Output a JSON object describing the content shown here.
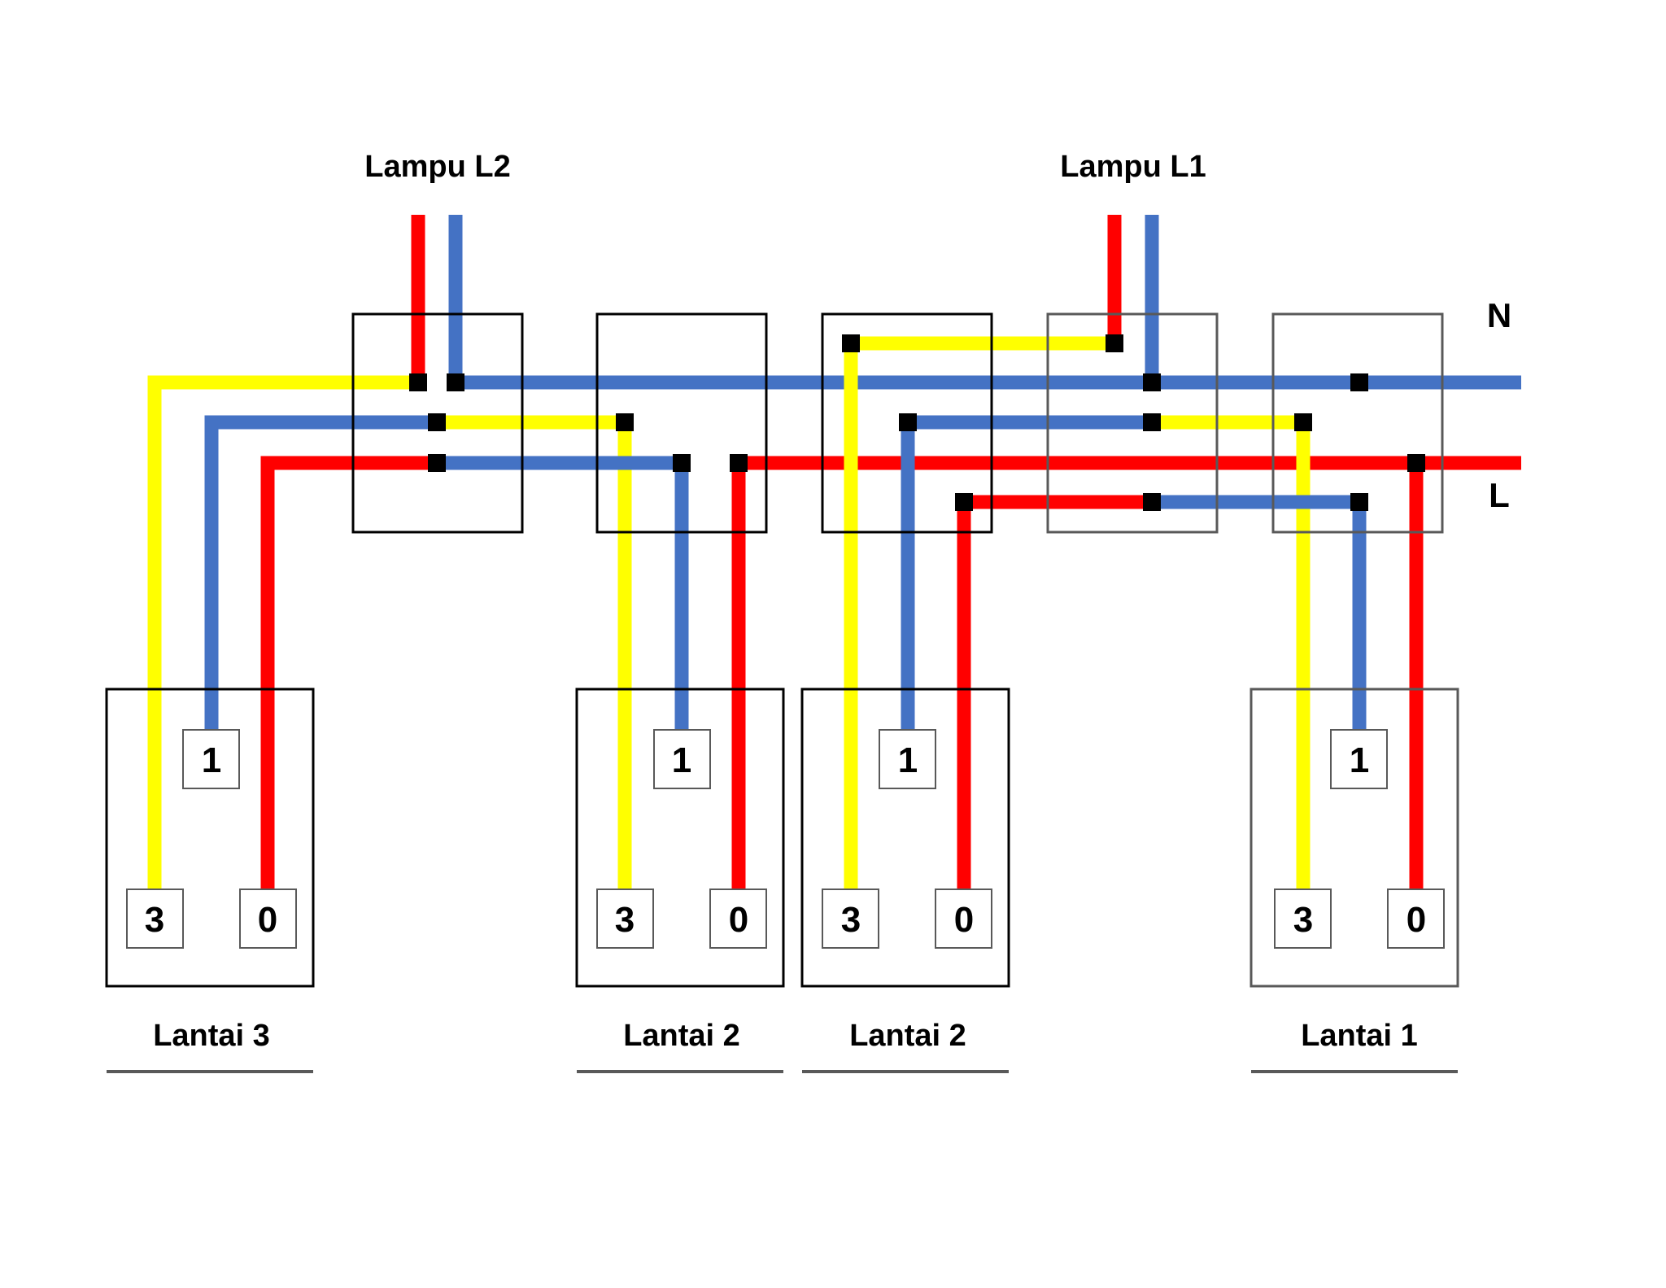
{
  "labels": {
    "lamp_l2": "Lampu L2",
    "lamp_l1": "Lampu L1",
    "neutral": "N",
    "line": "L"
  },
  "switches": [
    {
      "floor": "Lantai 3",
      "terminals": {
        "t1": "1",
        "t3": "3",
        "t0": "0"
      }
    },
    {
      "floor": "Lantai 2",
      "terminals": {
        "t1": "1",
        "t3": "3",
        "t0": "0"
      }
    },
    {
      "floor": "Lantai 2",
      "terminals": {
        "t1": "1",
        "t3": "3",
        "t0": "0"
      }
    },
    {
      "floor": "Lantai 1",
      "terminals": {
        "t1": "1",
        "t3": "3",
        "t0": "0"
      }
    }
  ],
  "colors": {
    "red": "#ff0000",
    "blue": "#4472c4",
    "yellow": "#ffff00",
    "junction": "#000000",
    "box_black": "#000000",
    "box_gray": "#595959"
  }
}
